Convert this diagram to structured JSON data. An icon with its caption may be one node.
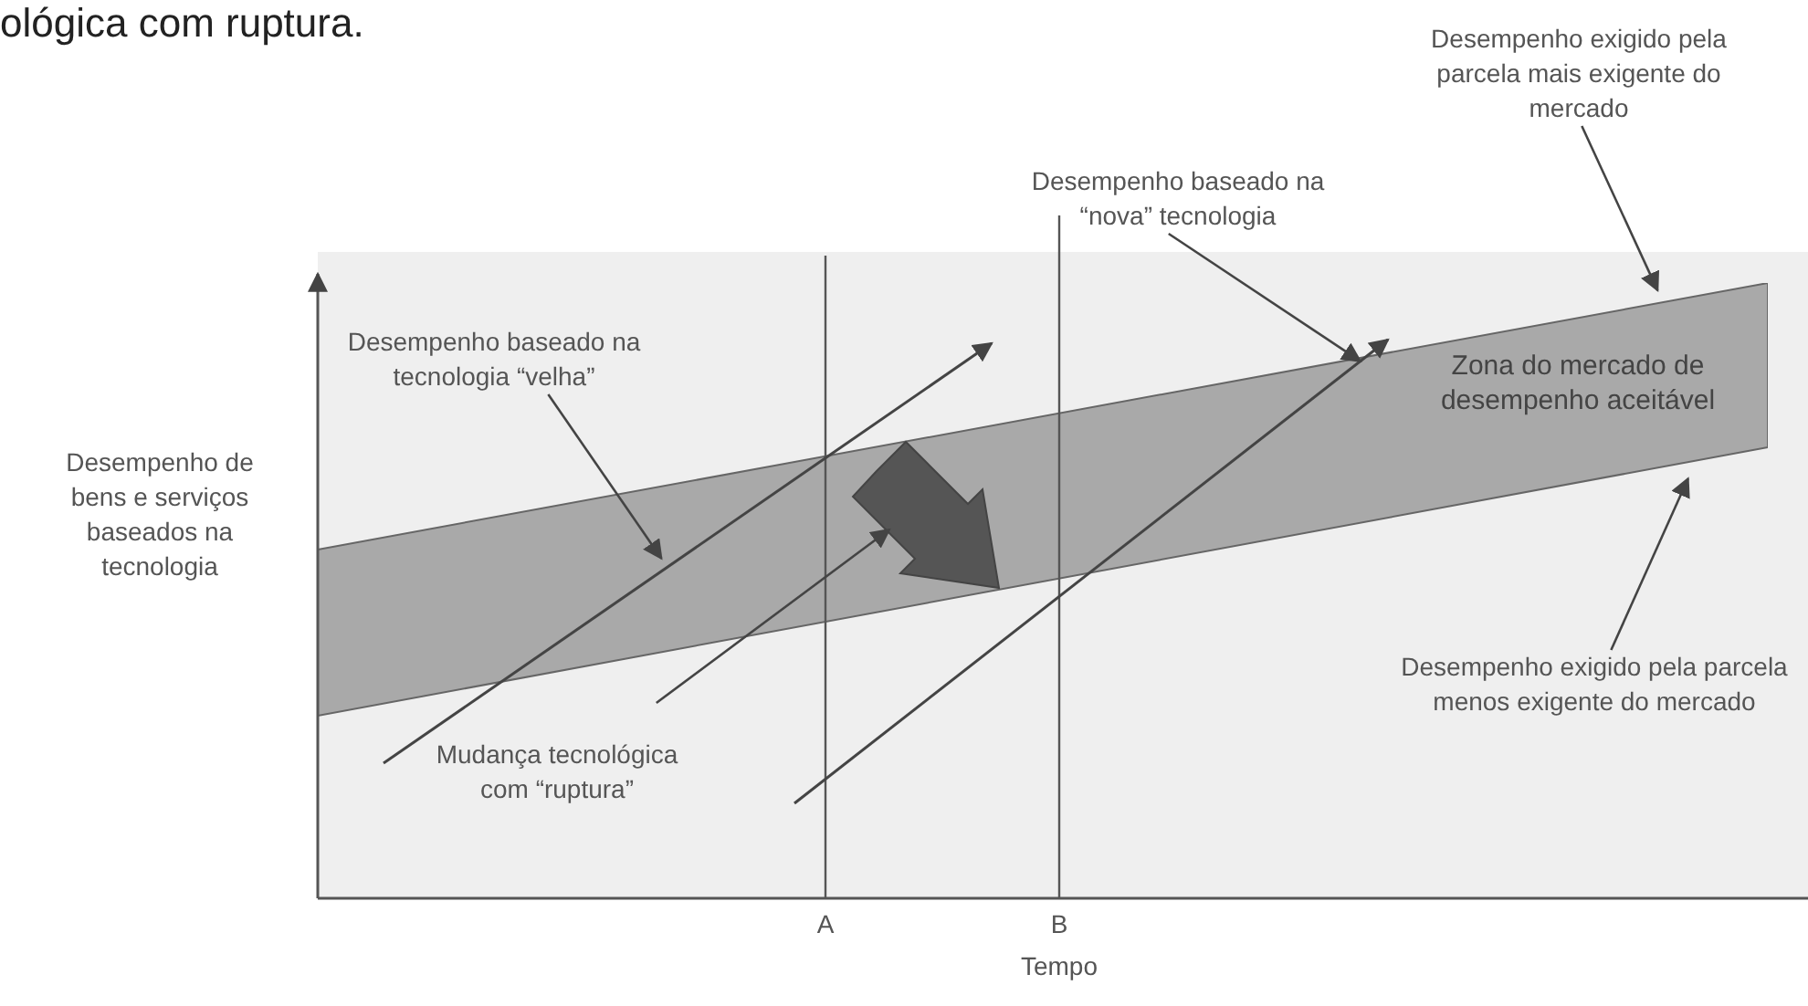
{
  "diagram": {
    "nodes": [
      {
        "text": [
          "Desempenho baseado na tecnologia “velha”"
        ]
      },
      {
        "text": [
          "Desempenho baseado na “nova” tecnologia"
        ]
      },
      {
        "text": [
          "Desempenho exigido pela parcela mais exigente do mercado"
        ]
      },
      {
        "text": [
          "Zona do mercado de desempenho aceitável"
        ]
      },
      {
        "text": [
          "Desempenho exigido pela parcela menos exigente do mercado"
        ]
      },
      {
        "text": [
          "Mudança tecnológica com “ruptura”"
        ]
      },
      {
        "text": [],
        "shape": "arrow",
        "in": 3
      }
    ],
    "edges": [
      {
        "from": 0,
        "to": 3,
        "arrow": "to"
      },
      {
        "from": 1,
        "to": 3,
        "arrow": "to"
      },
      {
        "from": 2,
        "to": 3,
        "arrow": "to"
      },
      {
        "from": 4,
        "to": 3,
        "arrow": "to"
      },
      {
        "from": 5,
        "to": 6,
        "arrow": "to"
      }
    ],
    "labels": [
      "ológica com ruptura.",
      "Desempenho de bens e serviços baseados na tecnologia",
      "A",
      "B",
      "Tempo"
    ]
  }
}
